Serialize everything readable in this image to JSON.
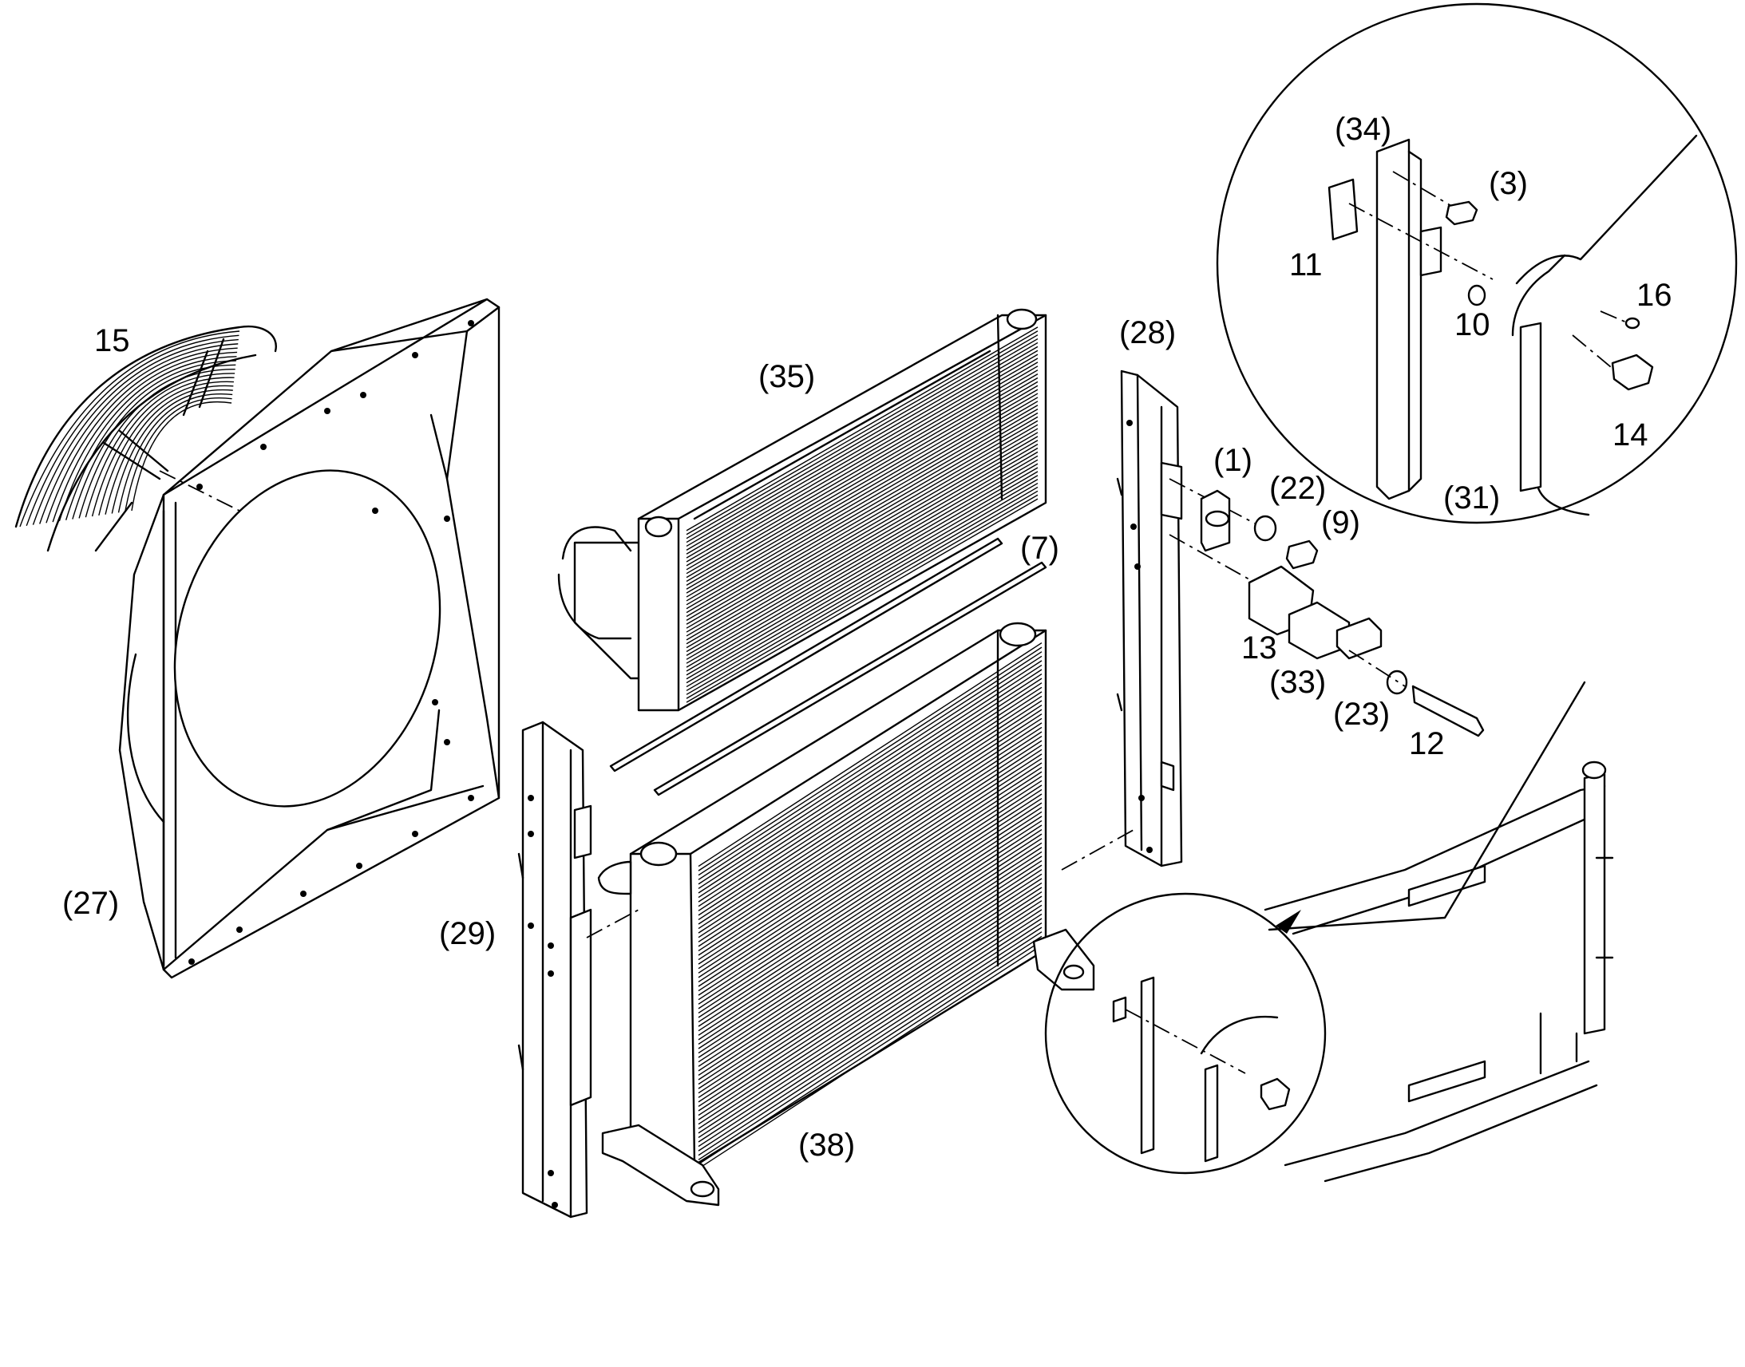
{
  "labels": {
    "l15": "15",
    "l27": "(27)",
    "l35": "(35)",
    "l7": "(7)",
    "l28": "(28)",
    "l1": "(1)",
    "l22": "(22)",
    "l9": "(9)",
    "l13": "13",
    "l33": "(33)",
    "l23": "(23)",
    "l12": "12",
    "l29": "(29)",
    "l38": "(38)",
    "l34": "(34)",
    "l3": "(3)",
    "l11": "11",
    "l10": "10",
    "l16": "16",
    "l14": "14",
    "l31": "(31)"
  },
  "colors": {
    "ink": "#000000",
    "paper": "#ffffff"
  }
}
